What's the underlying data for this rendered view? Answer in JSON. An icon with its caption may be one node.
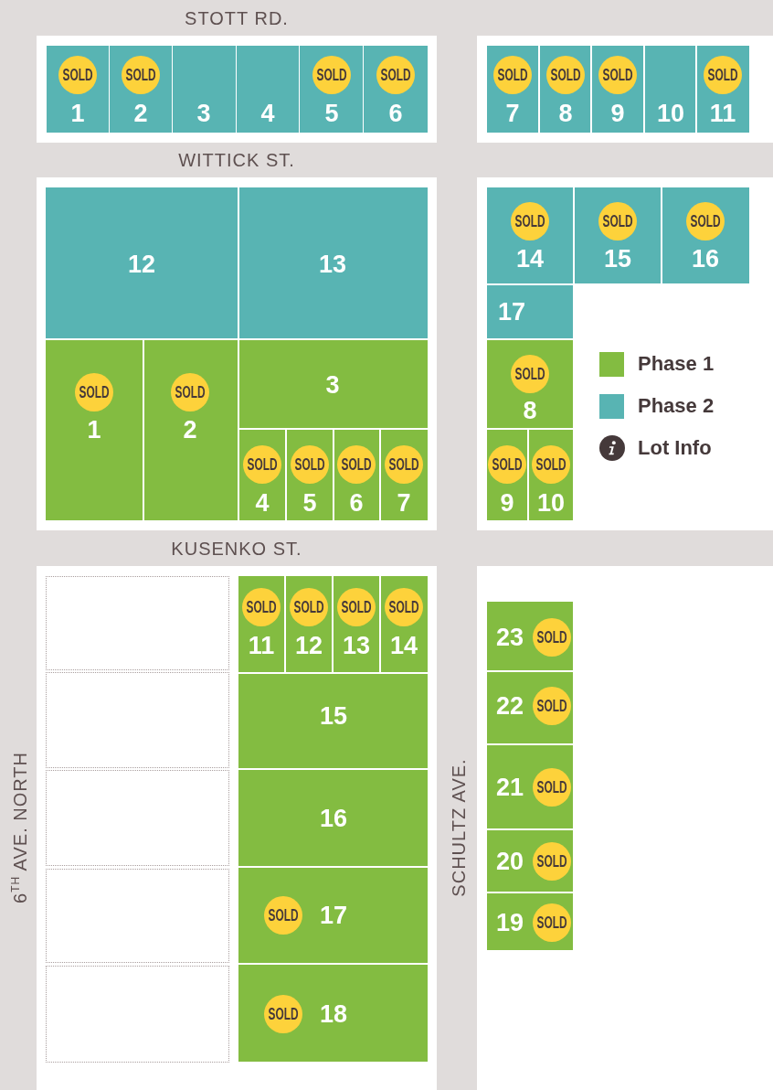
{
  "diagram": {
    "nodes": [
      {
        "text": [],
        "shape": "box"
      },
      {
        "text": [
          "1"
        ],
        "in": 0
      },
      {
        "text": [
          "SOLD"
        ],
        "in": 1
      },
      {
        "text": [
          "2"
        ],
        "in": 0
      },
      {
        "text": [
          "SOLD"
        ],
        "in": 3
      },
      {
        "text": [
          "3"
        ],
        "in": 0
      },
      {
        "text": [
          "4"
        ],
        "in": 0
      },
      {
        "text": [
          "5"
        ],
        "in": 0
      },
      {
        "text": [
          "SOLD"
        ],
        "in": 7
      },
      {
        "text": [
          "6"
        ],
        "in": 0
      },
      {
        "text": [
          "SOLD"
        ],
        "in": 9
      },
      {
        "text": [],
        "shape": "box"
      },
      {
        "text": [
          "7"
        ],
        "in": 11
      },
      {
        "text": [
          "SOLD"
        ],
        "in": 12
      },
      {
        "text": [
          "8"
        ],
        "in": 11
      },
      {
        "text": [
          "SOLD"
        ],
        "in": 14
      },
      {
        "text": [
          "9"
        ],
        "in": 11
      },
      {
        "text": [
          "SOLD"
        ],
        "in": 16
      },
      {
        "text": [
          "10"
        ],
        "in": 11
      },
      {
        "text": [
          "11"
        ],
        "in": 11
      },
      {
        "text": [
          "SOLD"
        ],
        "in": 19
      },
      {
        "text": [],
        "shape": "box"
      },
      {
        "text": [
          "12"
        ],
        "in": 21
      },
      {
        "text": [
          "13"
        ],
        "in": 21
      },
      {
        "text": [
          "1"
        ],
        "in": 21
      },
      {
        "text": [
          "SOLD"
        ],
        "in": 24
      },
      {
        "text": [
          "2"
        ],
        "in": 21
      },
      {
        "text": [
          "SOLD"
        ],
        "in": 26
      },
      {
        "text": [
          "3"
        ],
        "in": 21
      },
      {
        "text": [
          "4"
        ],
        "in": 21
      },
      {
        "text": [
          "SOLD"
        ],
        "in": 29
      },
      {
        "text": [
          "5"
        ],
        "in": 21
      },
      {
        "text": [
          "SOLD"
        ],
        "in": 31
      },
      {
        "text": [
          "6"
        ],
        "in": 21
      },
      {
        "text": [
          "SOLD"
        ],
        "in": 33
      },
      {
        "text": [
          "7"
        ],
        "in": 21
      },
      {
        "text": [
          "SOLD"
        ],
        "in": 35
      },
      {
        "text": [],
        "shape": "box"
      },
      {
        "text": [
          "14"
        ],
        "in": 37
      },
      {
        "text": [
          "SOLD"
        ],
        "in": 38
      },
      {
        "text": [
          "15"
        ],
        "in": 37
      },
      {
        "text": [
          "SOLD"
        ],
        "in": 40
      },
      {
        "text": [
          "16"
        ],
        "in": 37
      },
      {
        "text": [
          "SOLD"
        ],
        "in": 42
      },
      {
        "text": [
          "17"
        ],
        "in": 37
      },
      {
        "text": [
          "8"
        ],
        "in": 37
      },
      {
        "text": [
          "SOLD"
        ],
        "in": 45
      },
      {
        "text": [
          "9"
        ],
        "in": 37
      },
      {
        "text": [
          "SOLD"
        ],
        "in": 47
      },
      {
        "text": [
          "10"
        ],
        "in": 37
      },
      {
        "text": [
          "SOLD"
        ],
        "in": 49
      },
      {
        "text": [],
        "shape": "box"
      },
      {
        "text": [],
        "shape": "box",
        "in": 51
      },
      {
        "text": [
          "11"
        ],
        "in": 51
      },
      {
        "text": [
          "SOLD"
        ],
        "in": 53
      },
      {
        "text": [
          "12"
        ],
        "in": 51
      },
      {
        "text": [
          "SOLD"
        ],
        "in": 55
      },
      {
        "text": [
          "13"
        ],
        "in": 51
      },
      {
        "text": [
          "SOLD"
        ],
        "in": 57
      },
      {
        "text": [
          "14"
        ],
        "in": 51
      },
      {
        "text": [
          "SOLD"
        ],
        "in": 59
      },
      {
        "text": [],
        "shape": "box",
        "in": 51
      },
      {
        "text": [
          "15"
        ],
        "in": 51
      },
      {
        "text": [],
        "shape": "box",
        "in": 51
      },
      {
        "text": [
          "16"
        ],
        "in": 51
      },
      {
        "text": [],
        "shape": "box",
        "in": 51
      },
      {
        "text": [
          "17"
        ],
        "in": 51
      },
      {
        "text": [
          "SOLD"
        ],
        "in": 66
      },
      {
        "text": [],
        "shape": "box",
        "in": 51
      },
      {
        "text": [
          "18"
        ],
        "in": 51
      },
      {
        "text": [
          "SOLD"
        ],
        "in": 69
      },
      {
        "text": [],
        "shape": "box"
      },
      {
        "text": [
          "23"
        ],
        "in": 71
      },
      {
        "text": [
          "SOLD"
        ],
        "in": 72
      },
      {
        "text": [
          "22"
        ],
        "in": 71
      },
      {
        "text": [
          "SOLD"
        ],
        "in": 74
      },
      {
        "text": [
          "21"
        ],
        "in": 71
      },
      {
        "text": [
          "SOLD"
        ],
        "in": 76
      },
      {
        "text": [
          "20"
        ],
        "in": 71
      },
      {
        "text": [
          "SOLD"
        ],
        "in": 78
      },
      {
        "text": [
          "19"
        ],
        "in": 71
      },
      {
        "text": [
          "SOLD"
        ],
        "in": 80
      }
    ],
    "labels": [
      "STOTT RD.",
      "WITTICK ST.",
      "KUSENKO ST.",
      "6$^{TH}$ AVE. NORTH",
      "SCHULTZ AVE."
    ],
    "legend": [
      {
        "text": "Phase 1",
        "color": "#83bc41"
      },
      {
        "text": "Phase 2",
        "color": "#58b4b3"
      },
      {
        "text": "Lot Info"
      }
    ]
  }
}
